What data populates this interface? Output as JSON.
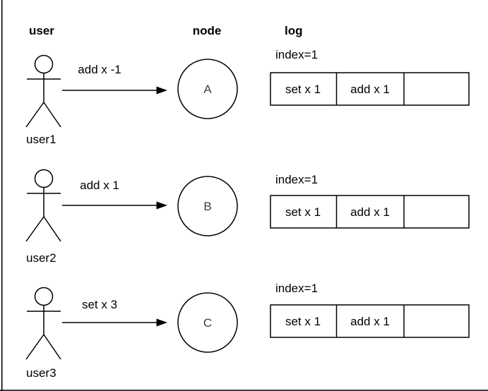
{
  "colors": {
    "background": "#ffffff",
    "stroke": "#000000",
    "text": "#000000",
    "node_letter": "#404040"
  },
  "headers": {
    "user": "user",
    "node": "node",
    "log": "log"
  },
  "rows": [
    {
      "user": "user1",
      "message": "add x -1",
      "node": "A",
      "index_label": "index=1",
      "log_cells": [
        "set x 1",
        "add x 1",
        ""
      ]
    },
    {
      "user": "user2",
      "message": "add x 1",
      "node": "B",
      "index_label": "index=1",
      "log_cells": [
        "set x 1",
        "add x 1",
        ""
      ]
    },
    {
      "user": "user3",
      "message": "set x 3",
      "node": "C",
      "index_label": "index=1",
      "log_cells": [
        "set x 1",
        "add x 1",
        ""
      ]
    }
  ]
}
